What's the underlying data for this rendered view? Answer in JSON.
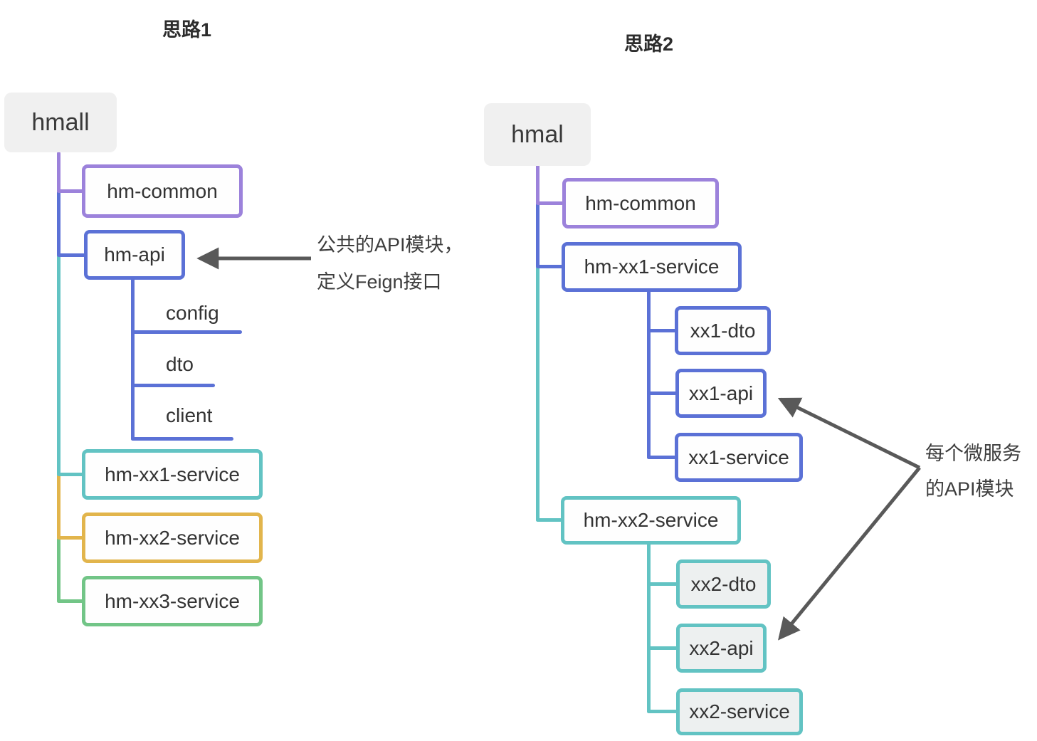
{
  "titles": {
    "approach1": "思路1",
    "approach2": "思路2"
  },
  "tree1": {
    "root": "hmall",
    "hm_common": "hm-common",
    "hm_api": "hm-api",
    "api_children": [
      "config",
      "dto",
      "client"
    ],
    "services": [
      "hm-xx1-service",
      "hm-xx2-service",
      "hm-xx3-service"
    ]
  },
  "tree2": {
    "root": "hmal",
    "hm_common": "hm-common",
    "xx1": {
      "label": "hm-xx1-service",
      "children": [
        "xx1-dto",
        "xx1-api",
        "xx1-service"
      ]
    },
    "xx2": {
      "label": "hm-xx2-service",
      "children": [
        "xx2-dto",
        "xx2-api",
        "xx2-service"
      ]
    }
  },
  "annotations": {
    "api_module": {
      "line1": "公共的API模块，",
      "line2": "定义Feign接口"
    },
    "per_service": {
      "line1": "每个微服务",
      "line2": "的API模块"
    }
  },
  "colors": {
    "purple": "#9c82db",
    "indigo": "#5b71d6",
    "teal": "#62c3c3",
    "yellow": "#e2b54c",
    "green": "#72c587",
    "root_fill": "#f0f0f0",
    "child_fill": "#edf0f0",
    "arrow_gray": "#595959",
    "text": "#333333"
  }
}
